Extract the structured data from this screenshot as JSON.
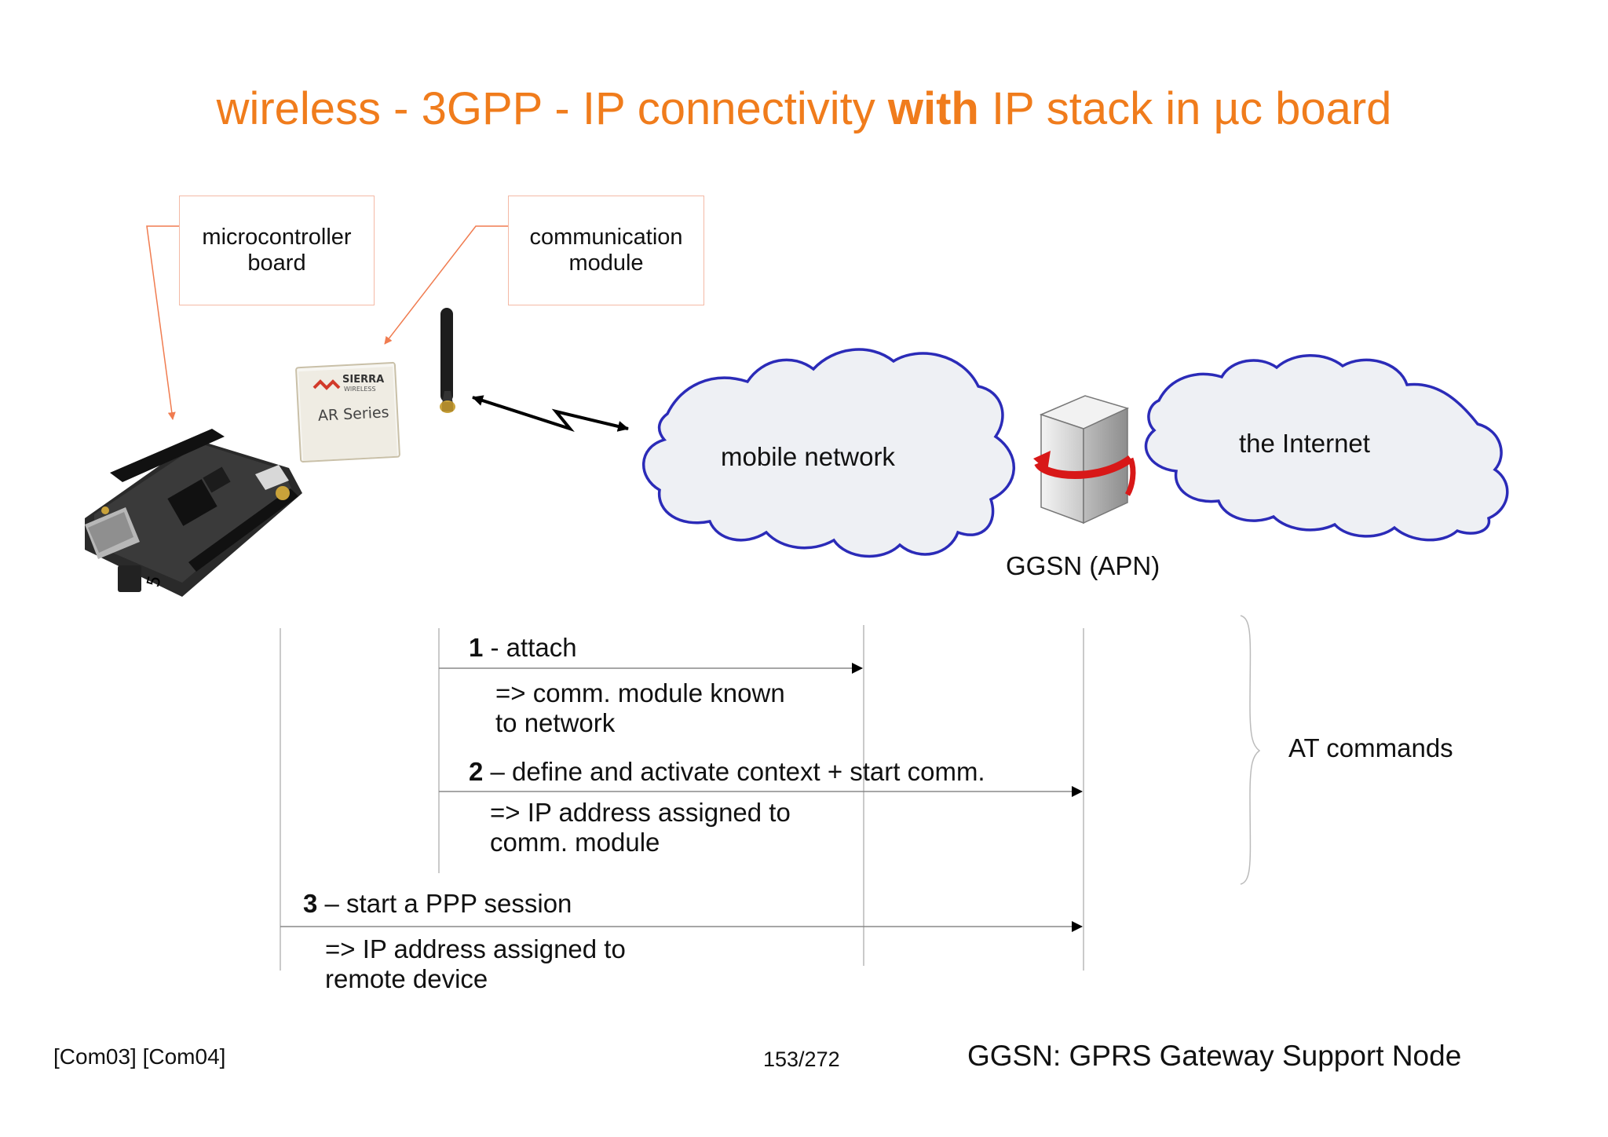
{
  "title": {
    "part1": "wireless - 3GPP - IP connectivity ",
    "bold": "with",
    "part2": " IP stack in µc board"
  },
  "callouts": {
    "microcontroller": "microcontroller\nboard",
    "communication": "communication\nmodule"
  },
  "module": {
    "brand": "SIERRA",
    "sub": "WIRELESS",
    "series": "AR Series"
  },
  "board": {
    "badge": "5"
  },
  "clouds": {
    "mobile": "mobile network",
    "internet": "the Internet"
  },
  "ggsn_label": "GGSN (APN)",
  "steps": [
    {
      "num": "1",
      "text": " - attach",
      "result": "=> comm. module known\nto network"
    },
    {
      "num": "2",
      "text": " – define and activate context + start comm.",
      "result": "=> IP address assigned to\ncomm. module"
    },
    {
      "num": "3",
      "text": " – start a PPP session",
      "result": "=> IP address assigned to\nremote device"
    }
  ],
  "brace_label": "AT commands",
  "footer": {
    "refs": "[Com03] [Com04]",
    "page": "153/272",
    "definition": "GGSN: GPRS Gateway Support Node"
  },
  "colors": {
    "title": "#f07c1c",
    "cloud_stroke": "#2b2bb8",
    "cloud_fill": "#eef0f4",
    "callout_border": "#f4b9a5",
    "arrow": "#f07c50"
  }
}
